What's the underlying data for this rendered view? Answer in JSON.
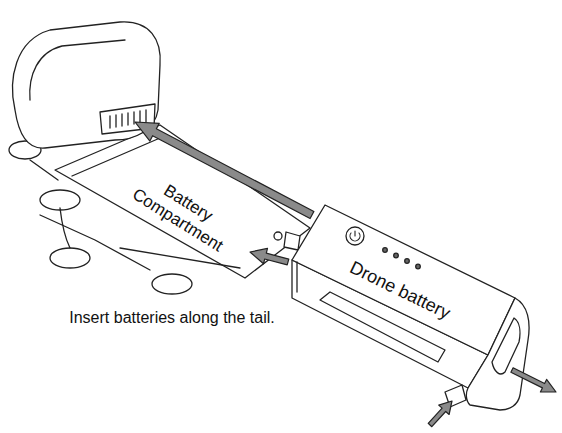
{
  "diagram": {
    "labels": [
      "Battery Compartment",
      "Drone battery",
      "Insert batteries along the tail."
    ]
  }
}
